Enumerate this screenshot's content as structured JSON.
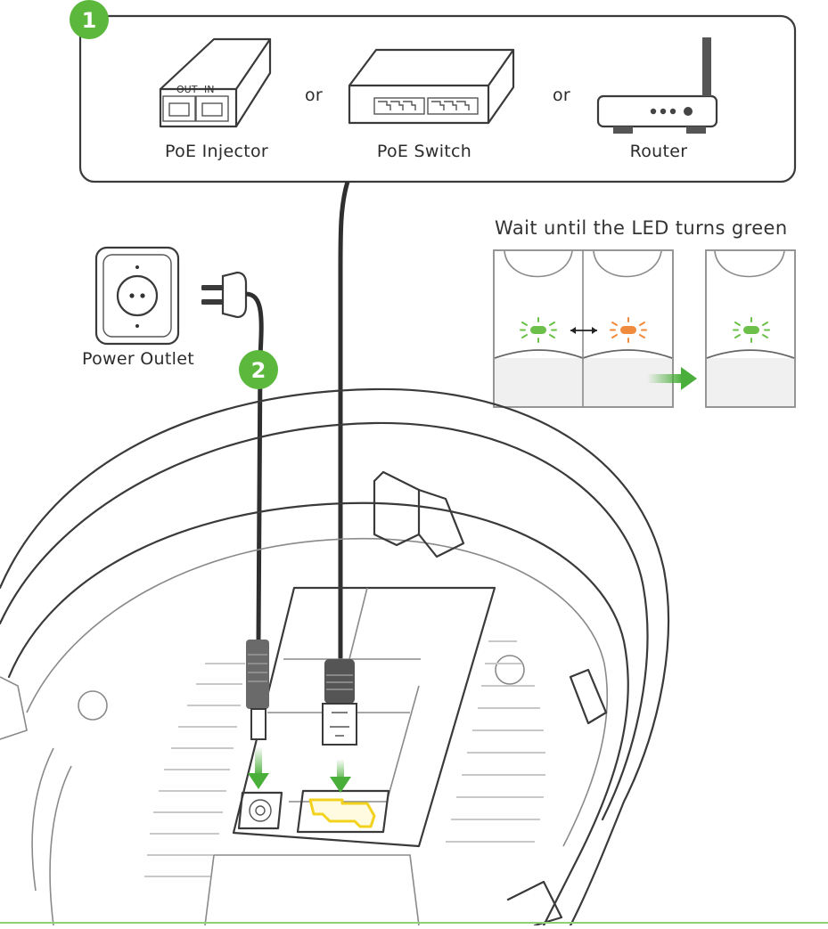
{
  "step1": {
    "number": "1",
    "devices": [
      {
        "label": "PoE Injector",
        "port_out": "OUT",
        "port_in": "IN"
      },
      {
        "label": "PoE Switch"
      },
      {
        "label": "Router"
      }
    ],
    "separator": "or"
  },
  "step2": {
    "number": "2",
    "outlet_label": "Power Outlet"
  },
  "led": {
    "title": "Wait until the LED turns green",
    "states": [
      "green",
      "orange",
      "green"
    ]
  },
  "colors": {
    "step_badge": "#5cb83c",
    "led_green": "#6cc04a",
    "led_orange": "#f08a3c",
    "arrow": "#4aae3a",
    "port_highlight": "#f2d21c",
    "cable": "#2f2f2f"
  }
}
